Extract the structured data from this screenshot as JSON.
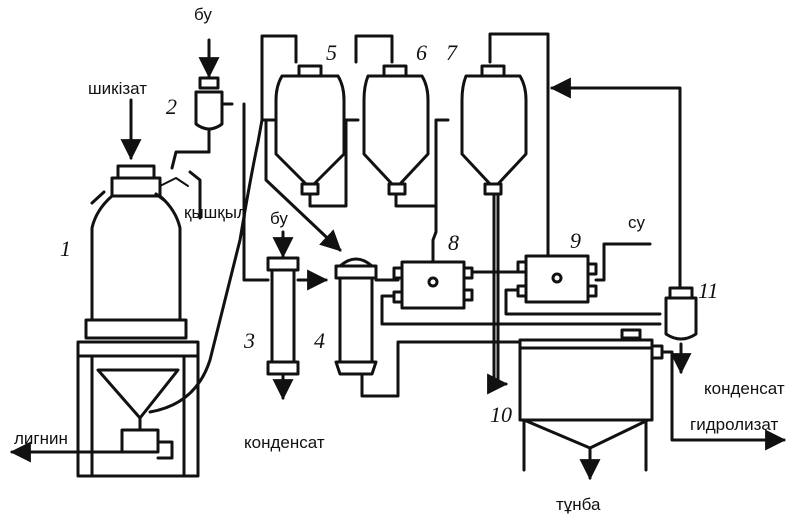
{
  "labels": {
    "raw_material": "шикізат",
    "steam_top": "бу",
    "acid": "қышқыл",
    "steam_mid": "бу",
    "water": "су",
    "lignin": "лигнин",
    "condensate_left": "конденсат",
    "condensate_right": "конденсат",
    "hydrolysate": "гидролизат",
    "sediment": "тұнба"
  },
  "numbers": [
    "1",
    "2",
    "3",
    "4",
    "5",
    "6",
    "7",
    "8",
    "9",
    "10",
    "11"
  ]
}
